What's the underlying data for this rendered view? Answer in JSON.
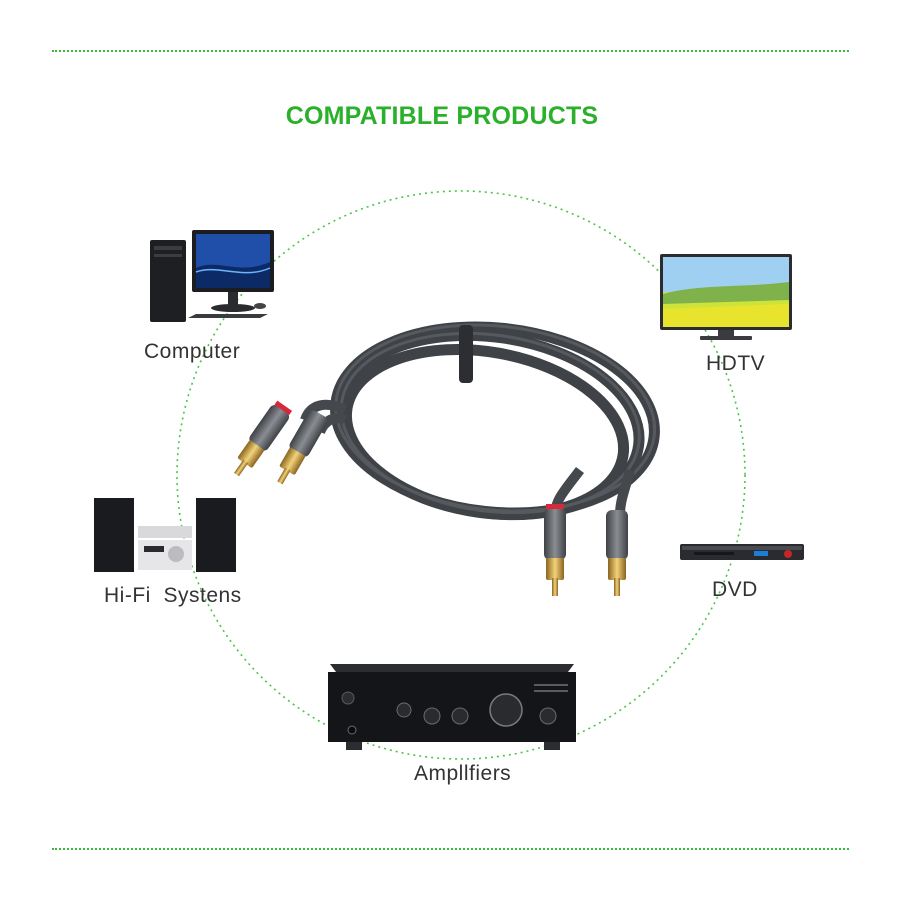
{
  "header": {
    "title": "COMPATIBLE PRODUCTS"
  },
  "products": {
    "computer": {
      "label": "Computer",
      "icon": "computer-icon"
    },
    "hdtv": {
      "label": "HDTV",
      "icon": "tv-icon"
    },
    "hifi": {
      "label": "Hi-Fi  Systens",
      "icon": "hifi-system-icon"
    },
    "dvd": {
      "label": "DVD",
      "icon": "dvd-player-icon"
    },
    "amplifier": {
      "label": "Ampllfiers",
      "icon": "amplifier-icon"
    }
  },
  "colors": {
    "accent": "#2ab02a",
    "dotted_line": "#3cbc3c",
    "label_text": "#333333",
    "cable": "#4a4d52",
    "connector_red": "#d8283a",
    "connector_gold": "#d4a640"
  }
}
